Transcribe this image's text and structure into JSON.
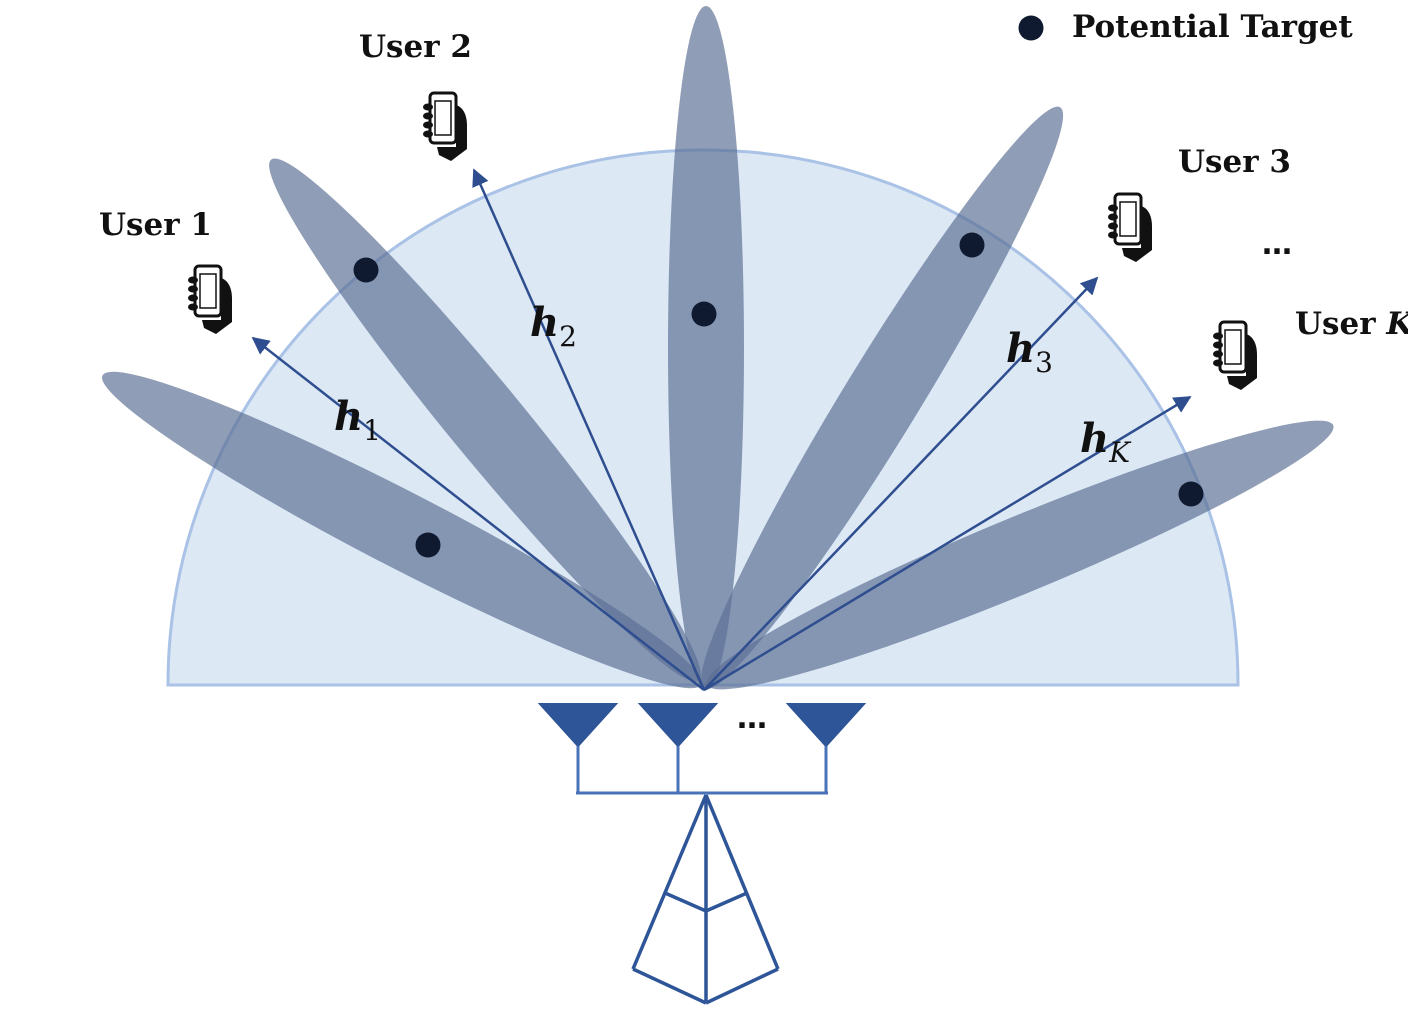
{
  "legend": {
    "label": "Potential Target",
    "marker": "target-dot"
  },
  "users": [
    {
      "label": "User 1"
    },
    {
      "label": "User 2"
    },
    {
      "label": "User 3"
    },
    {
      "label_prefix": "User ",
      "label_var": "K"
    }
  ],
  "channels": [
    {
      "symbol": "h",
      "sub": "1"
    },
    {
      "symbol": "h",
      "sub": "2"
    },
    {
      "symbol": "h",
      "sub": "3"
    },
    {
      "symbol": "h",
      "sub": "K"
    }
  ],
  "ellipsis": {
    "users": "…",
    "antennas": "…"
  },
  "icons": {
    "user_device": "phone-in-hand-icon",
    "antenna": "antenna-element-icon",
    "tower": "base-station-tower-icon"
  },
  "colors": {
    "coverage_fill": "#dde8f5",
    "coverage_stroke": "#a9c2e6",
    "beam": "#5b6f94",
    "arrow": "#2e4e8f",
    "target": "#0f1a30",
    "antenna": "#2d5597"
  }
}
